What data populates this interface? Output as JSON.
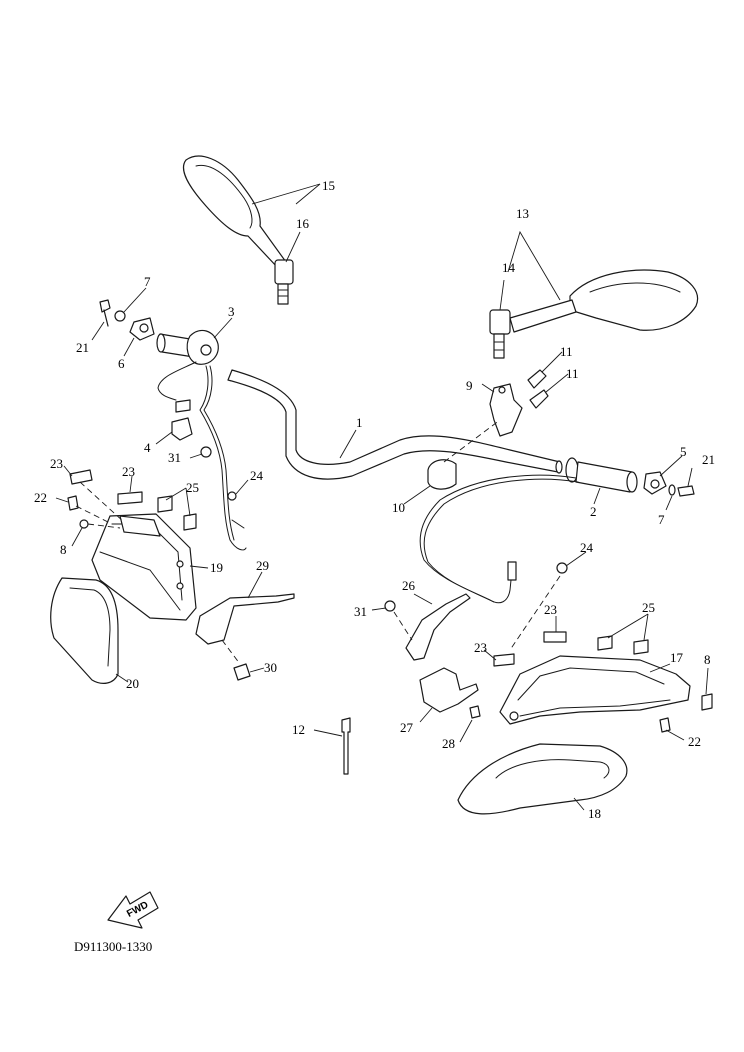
{
  "diagram": {
    "drawing_code": "D911300-1330",
    "fwd_label": "FWD",
    "callouts": [
      {
        "id": "c1",
        "text": "1"
      },
      {
        "id": "c2",
        "text": "2"
      },
      {
        "id": "c3",
        "text": "3"
      },
      {
        "id": "c4",
        "text": "4"
      },
      {
        "id": "c5",
        "text": "5"
      },
      {
        "id": "c6",
        "text": "6"
      },
      {
        "id": "c7a",
        "text": "7"
      },
      {
        "id": "c7b",
        "text": "7"
      },
      {
        "id": "c8a",
        "text": "8"
      },
      {
        "id": "c8b",
        "text": "8"
      },
      {
        "id": "c9",
        "text": "9"
      },
      {
        "id": "c10",
        "text": "10"
      },
      {
        "id": "c11a",
        "text": "11"
      },
      {
        "id": "c11b",
        "text": "11"
      },
      {
        "id": "c12",
        "text": "12"
      },
      {
        "id": "c13",
        "text": "13"
      },
      {
        "id": "c14",
        "text": "14"
      },
      {
        "id": "c15",
        "text": "15"
      },
      {
        "id": "c16",
        "text": "16"
      },
      {
        "id": "c17",
        "text": "17"
      },
      {
        "id": "c18",
        "text": "18"
      },
      {
        "id": "c19",
        "text": "19"
      },
      {
        "id": "c20",
        "text": "20"
      },
      {
        "id": "c21a",
        "text": "21"
      },
      {
        "id": "c21b",
        "text": "21"
      },
      {
        "id": "c22a",
        "text": "22"
      },
      {
        "id": "c22b",
        "text": "22"
      },
      {
        "id": "c23a",
        "text": "23"
      },
      {
        "id": "c23b",
        "text": "23"
      },
      {
        "id": "c23c",
        "text": "23"
      },
      {
        "id": "c23d",
        "text": "23"
      },
      {
        "id": "c24a",
        "text": "24"
      },
      {
        "id": "c24b",
        "text": "24"
      },
      {
        "id": "c25a",
        "text": "25"
      },
      {
        "id": "c25b",
        "text": "25"
      },
      {
        "id": "c26",
        "text": "26"
      },
      {
        "id": "c27",
        "text": "27"
      },
      {
        "id": "c28",
        "text": "28"
      },
      {
        "id": "c29",
        "text": "29"
      },
      {
        "id": "c30",
        "text": "30"
      },
      {
        "id": "c31a",
        "text": "31"
      },
      {
        "id": "c31b",
        "text": "31"
      }
    ]
  }
}
